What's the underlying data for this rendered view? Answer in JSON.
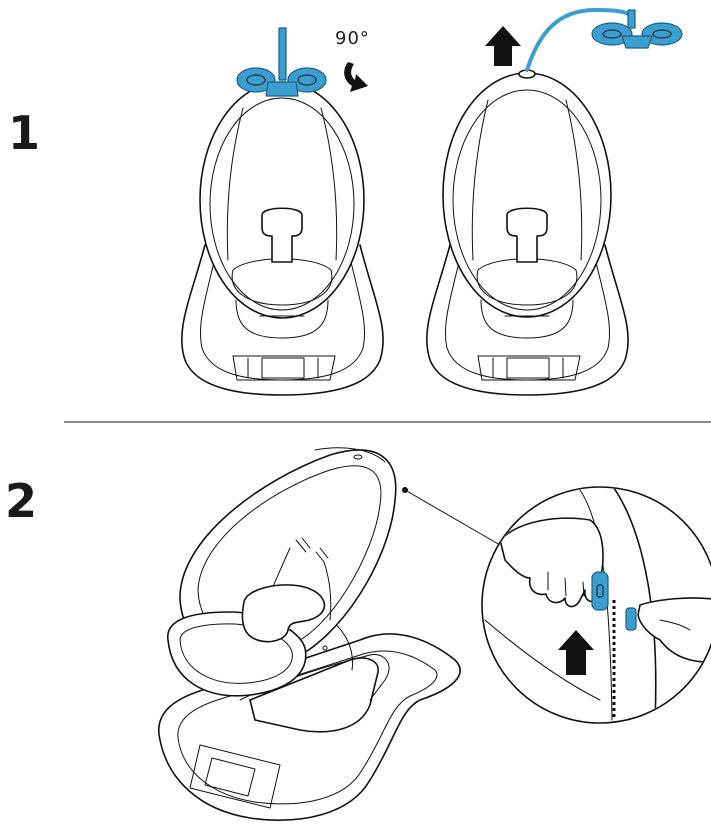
{
  "steps": [
    {
      "number": "1"
    },
    {
      "number": "2"
    }
  ],
  "rotation_label": "90°",
  "colors": {
    "accent": "#3a9fd0",
    "line": "#111111"
  },
  "icons": [
    "rotate-arrow-icon",
    "lift-arrow-icon",
    "zoom-pointer-icon"
  ]
}
